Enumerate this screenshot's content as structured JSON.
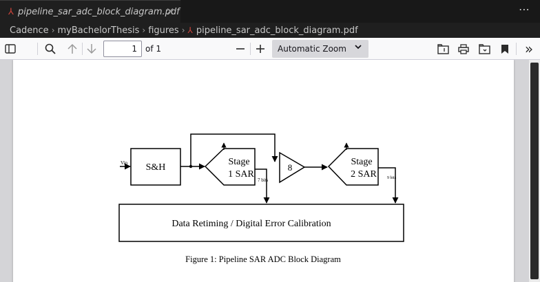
{
  "tab": {
    "title": "pipeline_sar_adc_block_diagram.pdf",
    "close_glyph": "×",
    "icon": "pdf-file-icon"
  },
  "window": {
    "more_glyph": "⋯"
  },
  "breadcrumb": {
    "items": [
      "Cadence",
      "myBachelorThesis",
      "figures",
      "pipeline_sar_adc_block_diagram.pdf"
    ]
  },
  "toolbar": {
    "sidebar_icon": "sidebar-toggle-icon",
    "search_icon": "search-icon",
    "page_number": "1",
    "page_total": "of 1",
    "zoom_out": "—",
    "zoom_in": "+",
    "zoom_value": "Automatic Zoom",
    "open_icon": "open-file-icon",
    "print_icon": "print-icon",
    "save_icon": "save-icon",
    "bookmark_icon": "bookmark-icon",
    "more_tools": "»"
  },
  "diagram": {
    "vin": "Vin",
    "sh": "S&H",
    "stage1_line1": "Stage",
    "stage1_line2": "1 SAR",
    "bits1": "7 bits",
    "amp_gain": "8",
    "stage2_line1": "Stage",
    "stage2_line2": "2 SAR",
    "bits2": "9 bits",
    "calibration": "Data Retiming / Digital Error Calibration",
    "caption": "Figure 1: Pipeline SAR ADC Block Diagram"
  }
}
